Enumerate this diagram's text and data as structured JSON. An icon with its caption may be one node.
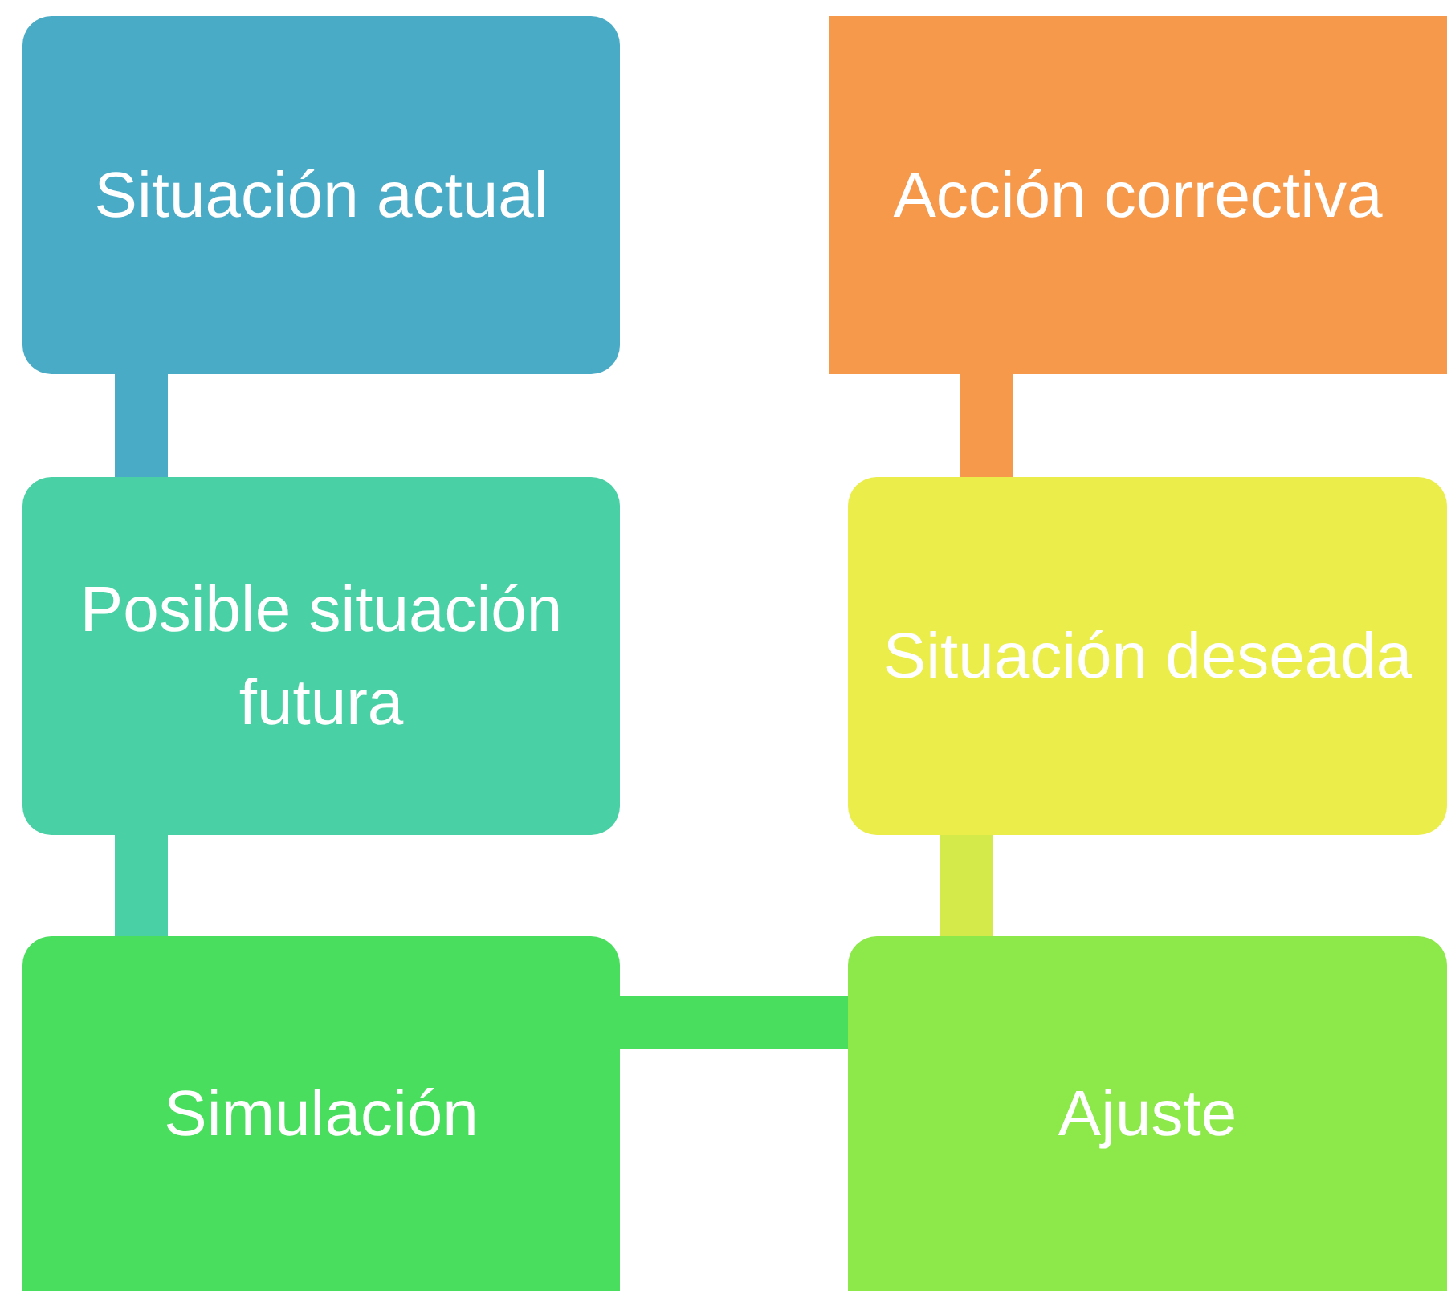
{
  "diagram": {
    "nodes": [
      {
        "text": [
          "Situación actual"
        ]
      },
      {
        "text": [
          "Acción correctiva"
        ]
      },
      {
        "text": [
          "Posible situación futura"
        ]
      },
      {
        "text": [
          "Situación deseada"
        ]
      },
      {
        "text": [
          "Simulación"
        ]
      },
      {
        "text": [
          "Ajuste"
        ]
      }
    ],
    "edges": [
      {
        "from": 0,
        "to": 2,
        "arrow": "none",
        "color": "#4aabc6"
      },
      {
        "from": 2,
        "to": 4,
        "arrow": "none",
        "color": "#49d0a4"
      },
      {
        "from": 4,
        "to": 5,
        "arrow": "none",
        "color": "#4ade5e"
      },
      {
        "from": 5,
        "to": 3,
        "arrow": "none",
        "color": "#d4ea4a"
      },
      {
        "from": 3,
        "to": 1,
        "arrow": "none",
        "color": "#f6994a"
      }
    ]
  }
}
